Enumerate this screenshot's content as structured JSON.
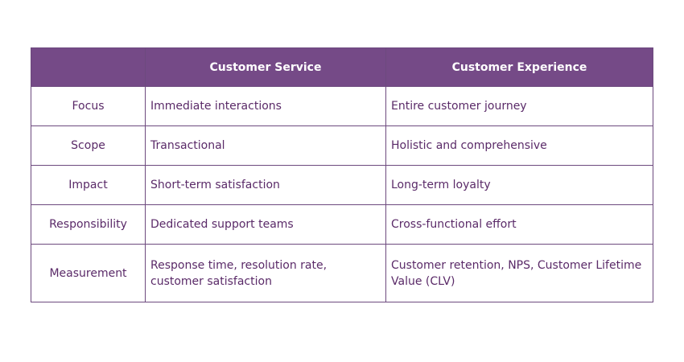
{
  "table": {
    "headers": [
      "",
      "Customer Service",
      "Customer Experience"
    ],
    "rows": [
      {
        "label": "Focus",
        "service": "Immediate interactions",
        "experience": "Entire customer journey"
      },
      {
        "label": "Scope",
        "service": "Transactional",
        "experience": "Holistic and comprehensive"
      },
      {
        "label": "Impact",
        "service": "Short-term satisfaction",
        "experience": "Long-term loyalty"
      },
      {
        "label": "Responsibility",
        "service": "Dedicated support teams",
        "experience": "Cross-functional effort"
      },
      {
        "label": "Measurement",
        "service": "Response time, resolution rate, customer satisfaction",
        "experience": "Customer retention, NPS, Customer Lifetime Value (CLV)"
      }
    ]
  },
  "colors": {
    "header_background": "#754a87",
    "header_text": "#ffffff",
    "body_text": "#5a2a68",
    "border": "#6d4a7e"
  }
}
